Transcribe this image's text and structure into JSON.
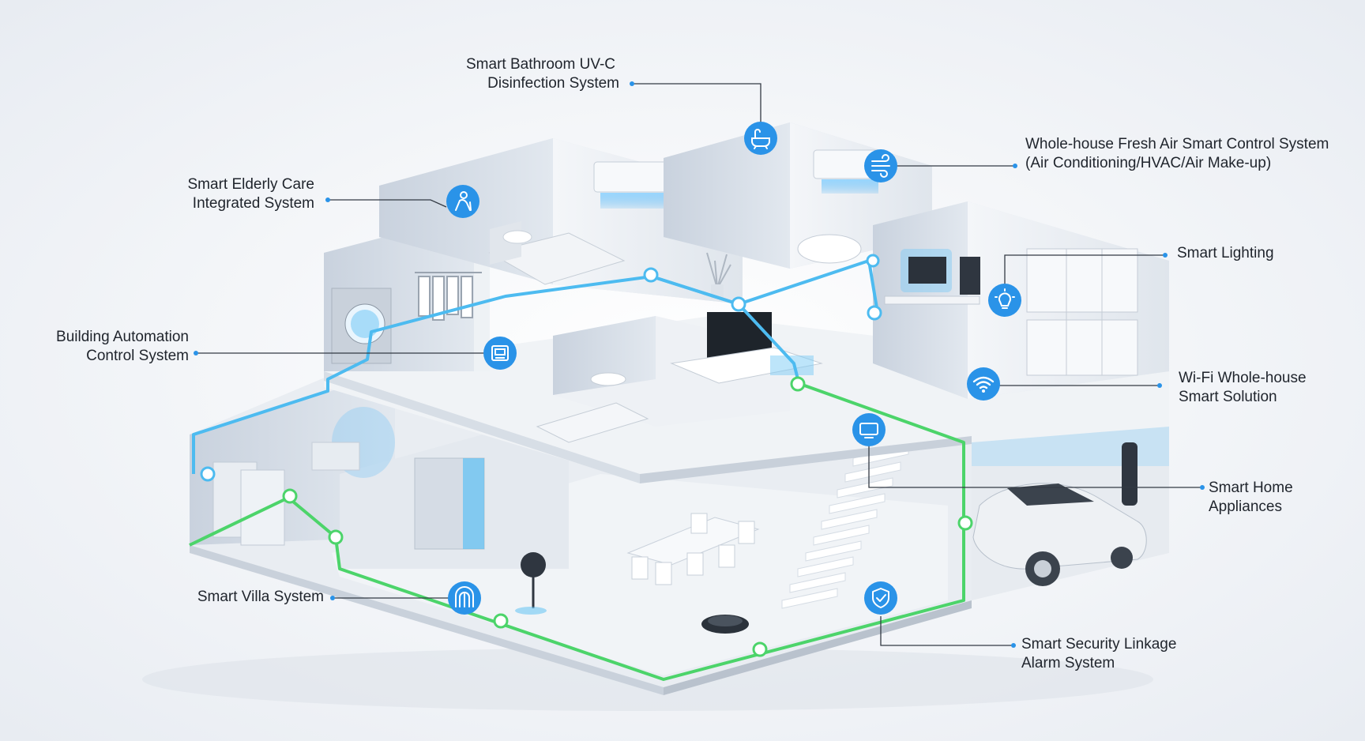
{
  "labels": {
    "bathroom": {
      "line1": "Smart Bathroom UV-C",
      "line2": "Disinfection System"
    },
    "fresh_air": {
      "line1": "Whole-house Fresh Air Smart Control System",
      "line2": "(Air Conditioning/HVAC/Air Make-up)"
    },
    "elderly": {
      "line1": "Smart Elderly Care",
      "line2": "Integrated System"
    },
    "lighting": {
      "line1": "Smart Lighting"
    },
    "building": {
      "line1": "Building Automation",
      "line2": "Control System"
    },
    "wifi": {
      "line1": "Wi-Fi Whole-house",
      "line2": "Smart Solution"
    },
    "appliances": {
      "line1": "Smart Home",
      "line2": "Appliances"
    },
    "villa": {
      "line1": "Smart Villa System"
    },
    "security": {
      "line1": "Smart Security Linkage",
      "line2": "Alarm System"
    }
  },
  "icons": [
    "bathtub-icon",
    "fan-icon",
    "elderly-person-icon",
    "lightbulb-icon",
    "control-panel-icon",
    "wifi-icon",
    "monitor-icon",
    "villa-gate-icon",
    "shield-check-icon"
  ],
  "colors": {
    "accent_blue": "#2a93e8",
    "network_blue": "#4dbbf0",
    "network_green": "#4cd46a",
    "background": "#eef1f6",
    "leader_line": "#333a44"
  }
}
